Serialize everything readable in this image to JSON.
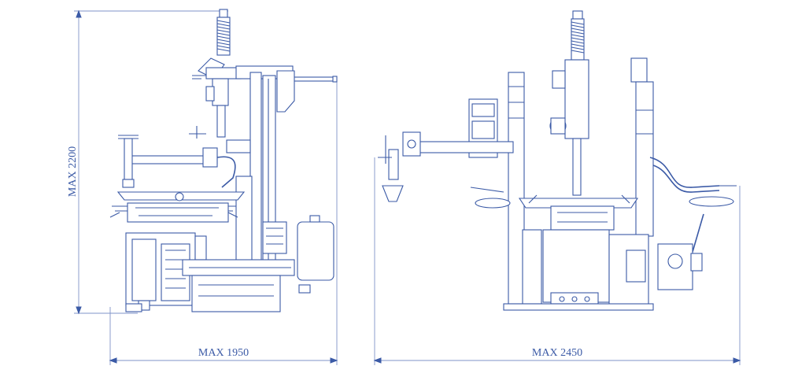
{
  "colors": {
    "line": "#3b5aa6",
    "dimension": "#7f93c9",
    "background": "#ffffff"
  },
  "dimensions": {
    "height_label": "MAX 2200",
    "width_side_label": "MAX 1950",
    "width_front_label": "MAX 2450"
  }
}
